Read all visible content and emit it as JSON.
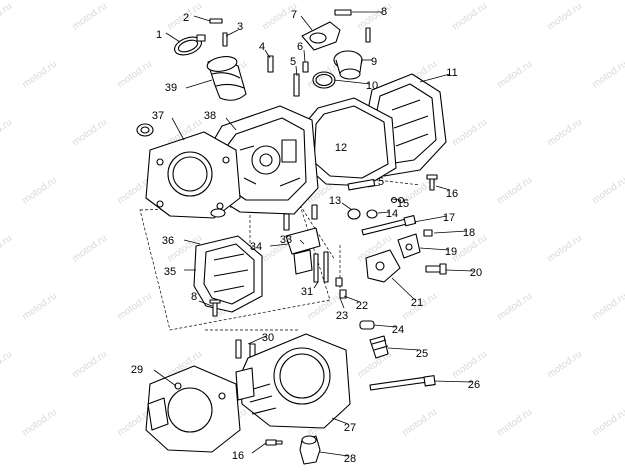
{
  "watermark": "motod.ru",
  "colors": {
    "ink": "#000000",
    "watermark": "#d9d9d9",
    "background": "#ffffff"
  },
  "callouts": [
    {
      "id": "c1",
      "label": "1"
    },
    {
      "id": "c2",
      "label": "2"
    },
    {
      "id": "c3",
      "label": "3"
    },
    {
      "id": "c4",
      "label": "4"
    },
    {
      "id": "c5a",
      "label": "5"
    },
    {
      "id": "c5b",
      "label": "5"
    },
    {
      "id": "c6",
      "label": "6"
    },
    {
      "id": "c7",
      "label": "7"
    },
    {
      "id": "c8a",
      "label": "8"
    },
    {
      "id": "c8b",
      "label": "8"
    },
    {
      "id": "c9",
      "label": "9"
    },
    {
      "id": "c10",
      "label": "10"
    },
    {
      "id": "c11",
      "label": "11"
    },
    {
      "id": "c12",
      "label": "12"
    },
    {
      "id": "c13",
      "label": "13"
    },
    {
      "id": "c14",
      "label": "14"
    },
    {
      "id": "c15",
      "label": "15"
    },
    {
      "id": "c16a",
      "label": "16"
    },
    {
      "id": "c16b",
      "label": "16"
    },
    {
      "id": "c17",
      "label": "17"
    },
    {
      "id": "c18",
      "label": "18"
    },
    {
      "id": "c19",
      "label": "19"
    },
    {
      "id": "c20",
      "label": "20"
    },
    {
      "id": "c21",
      "label": "21"
    },
    {
      "id": "c22",
      "label": "22"
    },
    {
      "id": "c23",
      "label": "23"
    },
    {
      "id": "c24",
      "label": "24"
    },
    {
      "id": "c25",
      "label": "25"
    },
    {
      "id": "c26",
      "label": "26"
    },
    {
      "id": "c27",
      "label": "27"
    },
    {
      "id": "c28",
      "label": "28"
    },
    {
      "id": "c29",
      "label": "29"
    },
    {
      "id": "c30",
      "label": "30"
    },
    {
      "id": "c31",
      "label": "31"
    },
    {
      "id": "c33",
      "label": "33"
    },
    {
      "id": "c34",
      "label": "34"
    },
    {
      "id": "c35",
      "label": "35"
    },
    {
      "id": "c36",
      "label": "36"
    },
    {
      "id": "c37",
      "label": "37"
    },
    {
      "id": "c38",
      "label": "38"
    },
    {
      "id": "c39",
      "label": "39"
    }
  ]
}
